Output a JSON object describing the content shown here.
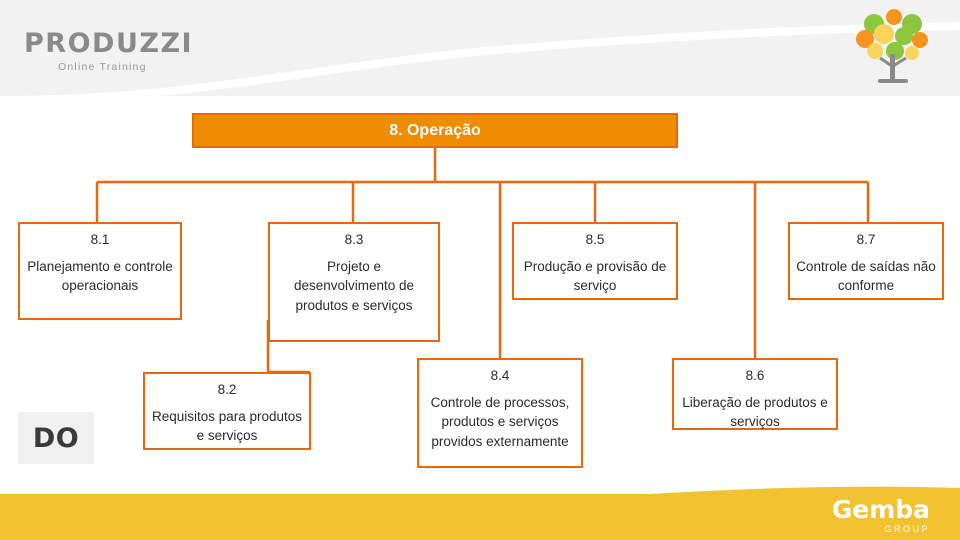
{
  "brand": {
    "logo_main": "PRODUZZI",
    "logo_sub": "Online Training",
    "footer_main": "Gemba",
    "footer_sub": "GROUP",
    "tree_icon": "tree-logo-icon"
  },
  "stage_badge": {
    "label": "DO"
  },
  "diagram": {
    "type": "org-tree",
    "root": {
      "id": "root",
      "label": "8. Operação"
    },
    "nodes": [
      {
        "id": "8.1",
        "number": "8.1",
        "label": "Planejamento e controle operacionais"
      },
      {
        "id": "8.2",
        "number": "8.2",
        "label": "Requisitos para produtos e serviços"
      },
      {
        "id": "8.3",
        "number": "8.3",
        "label": "Projeto e desenvolvimento de produtos e serviços"
      },
      {
        "id": "8.4",
        "number": "8.4",
        "label": "Controle de processos, produtos e serviços providos externamente"
      },
      {
        "id": "8.5",
        "number": "8.5",
        "label": "Produção e provisão de serviço"
      },
      {
        "id": "8.6",
        "number": "8.6",
        "label": "Liberação de produtos e serviços"
      },
      {
        "id": "8.7",
        "number": "8.7",
        "label": "Controle de saídas não conforme"
      }
    ]
  },
  "colors": {
    "accent_orange": "#E8690B",
    "root_fill": "#F08C00",
    "footer_yellow": "#F2C230",
    "header_grey": "#F2F2F2"
  }
}
